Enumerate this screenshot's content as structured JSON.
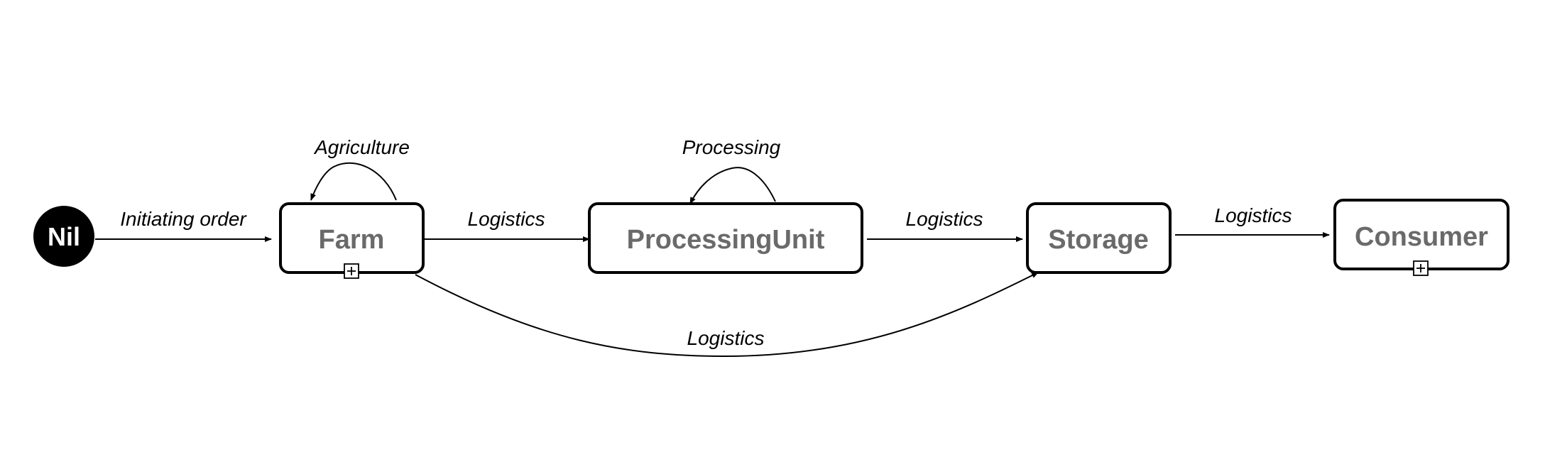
{
  "diagram": {
    "start": {
      "label": "Nil"
    },
    "nodes": {
      "farm": {
        "label": "Farm",
        "expandable": true
      },
      "processing_unit": {
        "label": "ProcessingUnit",
        "expandable": false
      },
      "storage": {
        "label": "Storage",
        "expandable": false
      },
      "consumer": {
        "label": "Consumer",
        "expandable": true
      }
    },
    "edges": {
      "nil_to_farm": {
        "from": "Nil",
        "to": "Farm",
        "label": "Initiating order"
      },
      "farm_self": {
        "from": "Farm",
        "to": "Farm",
        "label": "Agriculture"
      },
      "farm_to_processing": {
        "from": "Farm",
        "to": "ProcessingUnit",
        "label": "Logistics"
      },
      "processing_self": {
        "from": "ProcessingUnit",
        "to": "ProcessingUnit",
        "label": "Processing"
      },
      "processing_to_storage": {
        "from": "ProcessingUnit",
        "to": "Storage",
        "label": "Logistics"
      },
      "storage_to_consumer": {
        "from": "Storage",
        "to": "Consumer",
        "label": "Logistics"
      },
      "farm_to_storage": {
        "from": "Farm",
        "to": "Storage",
        "label": "Logistics"
      }
    }
  }
}
